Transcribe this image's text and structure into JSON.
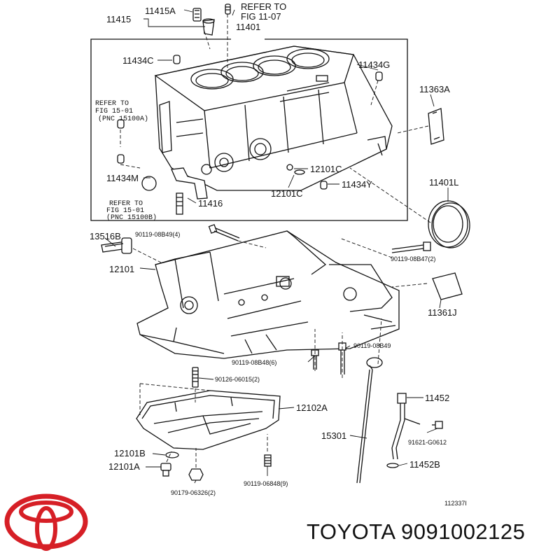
{
  "parts": {
    "p11415": "11415",
    "p11415A": "11415A",
    "refer_top_1": "REFER TO",
    "refer_top_2": "FIG 11-07",
    "p11401": "11401",
    "p11434C": "11434C",
    "p11434G": "11434G",
    "p11363A": "11363A",
    "refer_left1_1": "REFER TO",
    "refer_left1_2": "FIG 15-01",
    "refer_left1_3": "(PNC 15100A)",
    "p11434M": "11434M",
    "p12101C_a": "12101C",
    "p12101C_b": "12101C",
    "p11434Y": "11434Y",
    "p11401L": "11401L",
    "refer_left2_1": "REFER TO",
    "refer_left2_2": "FIG 15-01",
    "refer_left2_3": "(PNC 15100B)",
    "p11416": "11416",
    "p13516B": "13516B",
    "b90119_08B49_4": "90119-08B49(4)",
    "b90119_08B47_2": "90119-08B47(2)",
    "p12101": "12101",
    "p11361J": "11361J",
    "b90119_08B49": "90119-08B49",
    "b90119_08B48_6": "90119-08B48(6)",
    "b90126_06015_2": "90126-06015(2)",
    "p12102A": "12102A",
    "p11452": "11452",
    "p15301": "15301",
    "b91621_G0612": "91621-G0612",
    "p12101B": "12101B",
    "p12101A": "12101A",
    "p11452B": "11452B",
    "b90179_06326_2": "90179-06326(2)",
    "b90119_06848_9": "90119-06848(9)",
    "fig_id": "112337I"
  },
  "brand": {
    "text": "TOYOTA 9091002125",
    "logo_color": "#d61f26"
  }
}
